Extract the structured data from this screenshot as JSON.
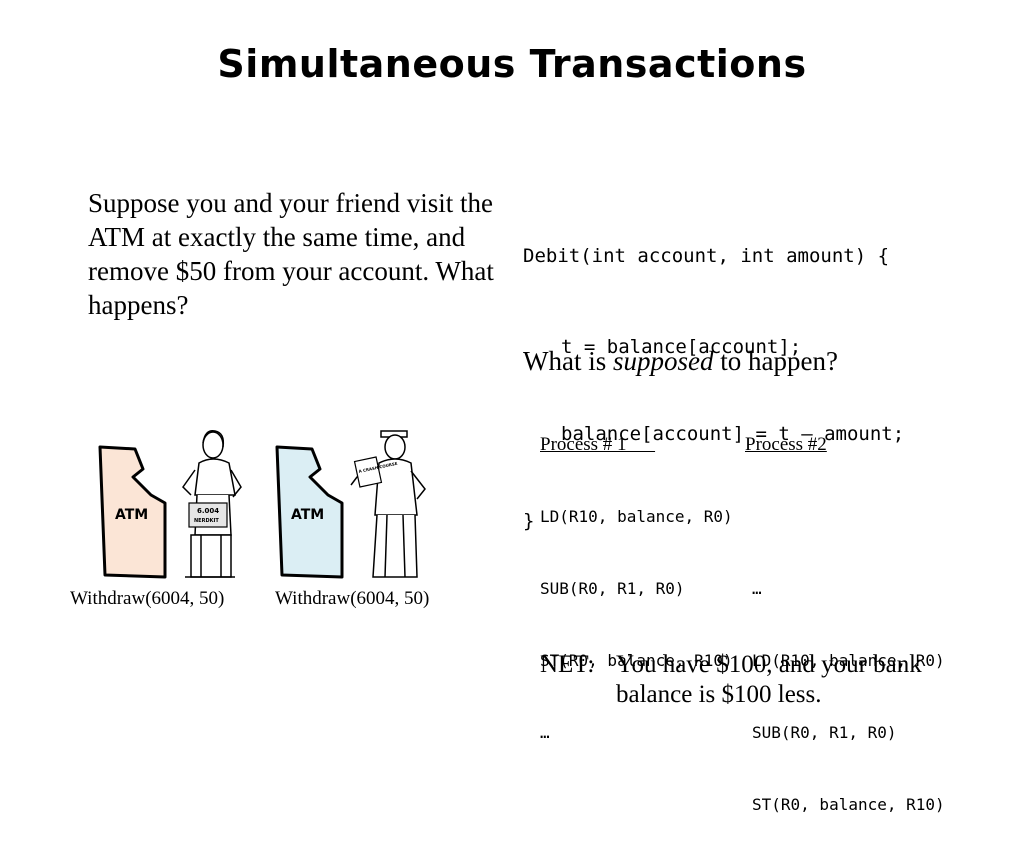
{
  "title": "Simultaneous Transactions",
  "intro": "Suppose you and your friend visit the ATM at exactly the same time, and remove $50 from your account. What happens?",
  "code": {
    "line1": "Debit(int account, int amount) {",
    "line2": "t = balance[account];",
    "line3": "balance[account] = t – amount;",
    "line4": "}"
  },
  "question": {
    "pre": "What is ",
    "emph": "supposed",
    "post": " to happen?"
  },
  "processes": {
    "p1_header": "Process # 1      ",
    "p2_header": "Process #2",
    "p1_lines": [
      "LD(R10, balance, R0)",
      "SUB(R0, R1, R0)",
      "ST(R0, balance, R10)",
      "…"
    ],
    "p2_lines": [
      "…",
      "LD(R10, balance, R0)",
      "SUB(R0, R1, R0)",
      "ST(R0, balance, R10)"
    ]
  },
  "net": {
    "label": "NET:",
    "text": "You have $100, and your bank balance is $100 less."
  },
  "atm": {
    "label1": "ATM",
    "label2": "ATM",
    "kit_line1": "6.004",
    "kit_line2": "NERDKIT",
    "book_text": "A CRASH COURSE"
  },
  "captions": {
    "left": "Withdraw(6004, 50)",
    "right": "Withdraw(6004, 50)"
  },
  "colors": {
    "atm1_fill": "#fbe5d6",
    "atm2_fill": "#dbeef4"
  }
}
